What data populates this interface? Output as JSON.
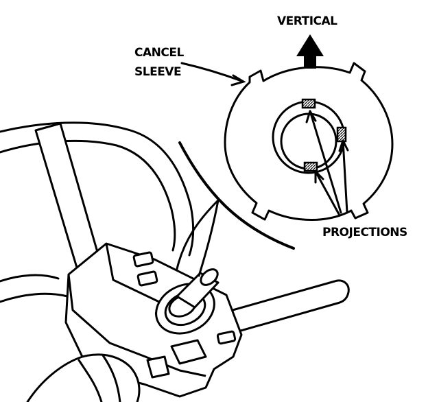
{
  "labels": {
    "vertical": "VERTICAL",
    "cancel_line1": "CANCEL",
    "cancel_line2": "SLEEVE",
    "projections": "PROJECTIONS"
  },
  "colors": {
    "ink": "#000000",
    "paper": "#ffffff"
  }
}
